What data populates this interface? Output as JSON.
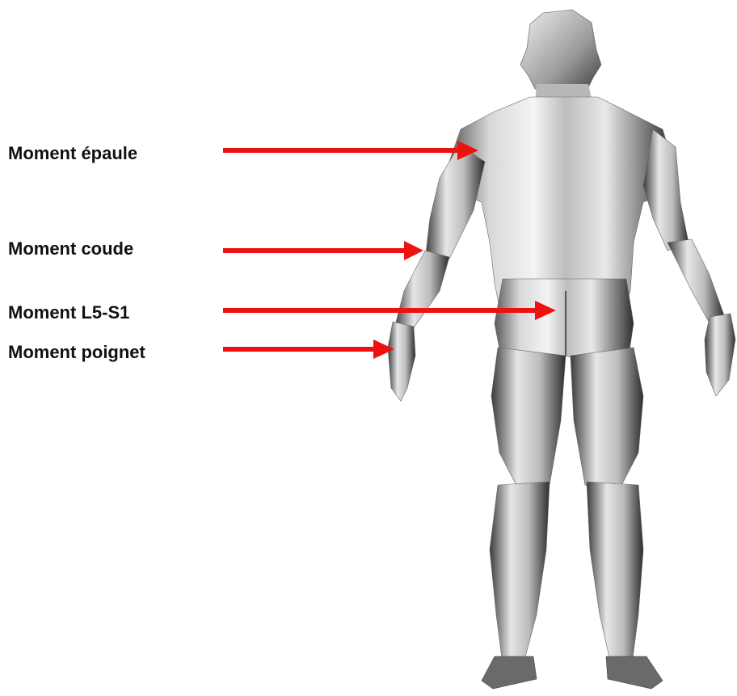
{
  "labels": {
    "shoulder": "Moment épaule",
    "elbow": "Moment coude",
    "l5s1": "Moment L5-S1",
    "wrist": "Moment poignet"
  },
  "colors": {
    "arrow": "#ee1111",
    "text": "#111111",
    "figure_light": "#f2f2f2",
    "figure_dark": "#2a2a2a"
  },
  "figure": {
    "icon": "human-body-back-view-lowpoly"
  }
}
